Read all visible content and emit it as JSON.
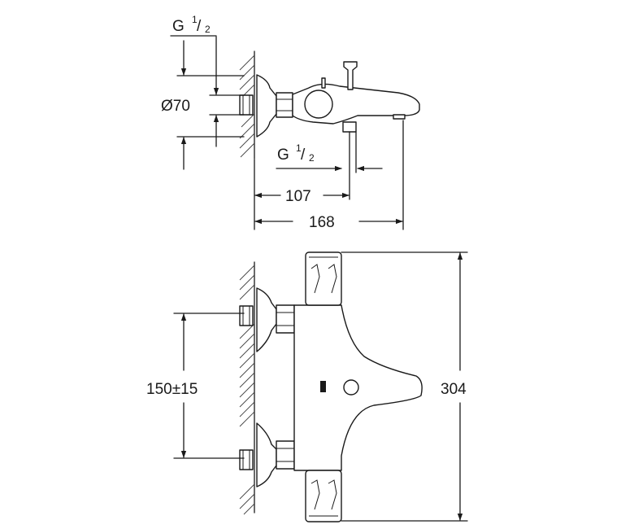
{
  "diagram": {
    "side_view": {
      "thread_label_top": {
        "letter": "G",
        "num": "1",
        "den": "2"
      },
      "diameter_label": "Ø70",
      "thread_label_outlet": {
        "letter": "G",
        "num": "1",
        "den": "2"
      },
      "dim_107": "107",
      "dim_168": "168"
    },
    "front_view": {
      "dim_spacing": "150±15",
      "dim_height": "304"
    }
  }
}
